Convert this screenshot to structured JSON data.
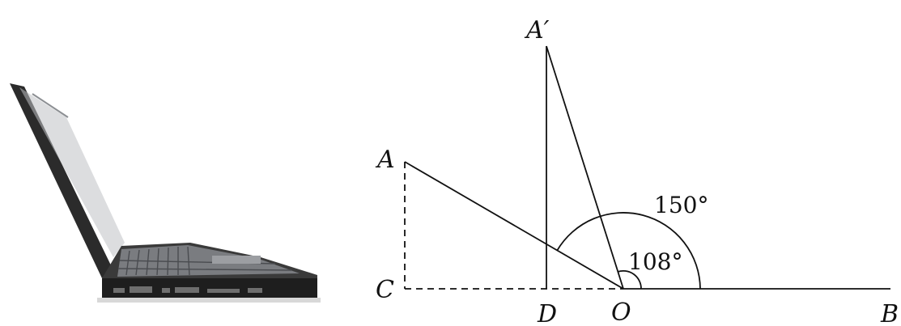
{
  "photo": {
    "subject": "laptop-side-view"
  },
  "diagram": {
    "points": {
      "A": "A",
      "A_prime": "A′",
      "B": "B",
      "C": "C",
      "D": "D",
      "O": "O"
    },
    "angles": {
      "outer": "150°",
      "inner": "108°"
    },
    "colors": {
      "ink": "#111111",
      "background": "#ffffff"
    }
  }
}
